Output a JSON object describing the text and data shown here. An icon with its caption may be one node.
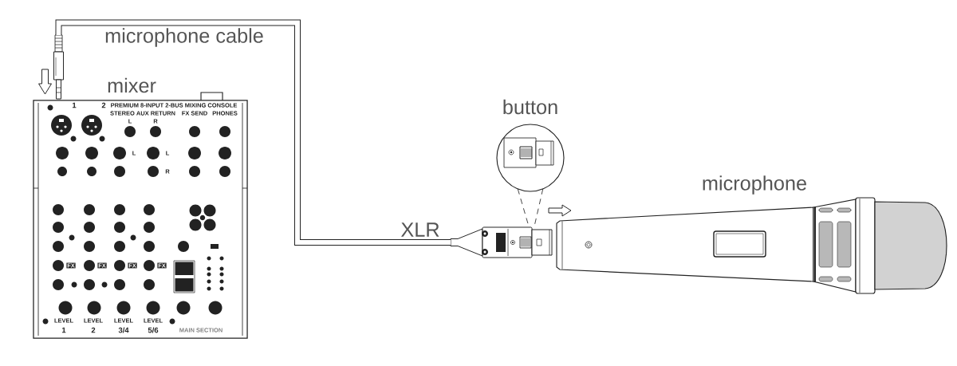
{
  "diagram": {
    "nodes": [
      {
        "text": [
          "mixer"
        ]
      },
      {
        "text": [
          "XLR"
        ]
      },
      {
        "text": [
          "button"
        ]
      },
      {
        "text": [
          "microphone"
        ]
      }
    ],
    "edges": [
      {
        "from": 0,
        "to": 1,
        "arrow": "none",
        "label": "microphone cable",
        "style": "thick"
      },
      {
        "from": 2,
        "to": 1,
        "arrow": "none",
        "style": "dashed"
      },
      {
        "from": 2,
        "to": 1,
        "arrow": "none",
        "style": "dashed"
      }
    ],
    "labels": [
      "1",
      "2",
      "PREMIUM 8-INPUT 2-BUS MIXING CONSOLE",
      "STEREO AUX RETURN",
      "FX SEND",
      "PHONES",
      "L",
      "R",
      "L",
      "L",
      "R",
      "FX",
      "FX",
      "FX",
      "FX",
      "LEVEL",
      "LEVEL",
      "LEVEL",
      "LEVEL",
      "1",
      "2",
      "3/4",
      "5/6",
      "MAIN SECTION"
    ]
  }
}
